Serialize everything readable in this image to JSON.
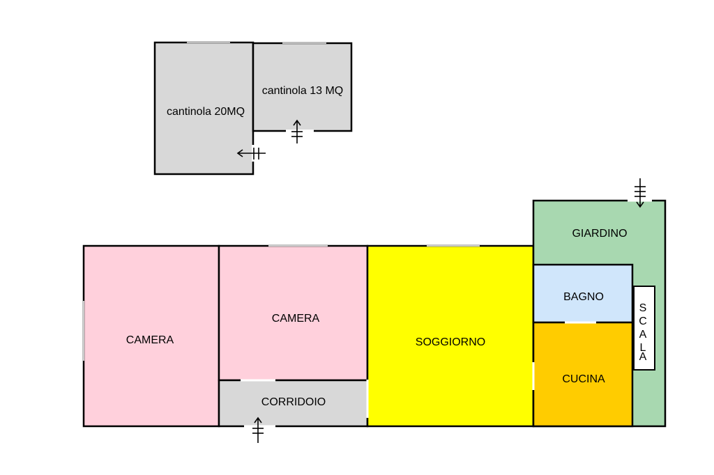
{
  "floorplan": {
    "rooms": [
      {
        "id": "cantinola-20",
        "label": "cantinola 20MQ",
        "color": "#d8d8d8"
      },
      {
        "id": "cantinola-13",
        "label": "cantinola 13 MQ",
        "color": "#d8d8d8"
      },
      {
        "id": "camera-1",
        "label": "CAMERA",
        "color": "#ffd0dc"
      },
      {
        "id": "camera-2",
        "label": "CAMERA",
        "color": "#ffd0dc"
      },
      {
        "id": "corridoio",
        "label": "CORRIDOIO",
        "color": "#d8d8d8"
      },
      {
        "id": "soggiorno",
        "label": "SOGGIORNO",
        "color": "#ffff00"
      },
      {
        "id": "giardino",
        "label": "GIARDINO",
        "color": "#a8d8b0"
      },
      {
        "id": "bagno",
        "label": "BAGNO",
        "color": "#d0e6fb"
      },
      {
        "id": "cucina",
        "label": "CUCINA",
        "color": "#ffcc00"
      },
      {
        "id": "scala",
        "label": "SCALA",
        "color": "#ffffff"
      }
    ],
    "scala_letters": [
      "S",
      "C",
      "A",
      "L",
      "A"
    ],
    "wall_color": "#000000",
    "arrow_icons": [
      "entry-arrow-up-icon",
      "entry-arrow-left-icon",
      "entry-arrow-down-icon"
    ]
  }
}
